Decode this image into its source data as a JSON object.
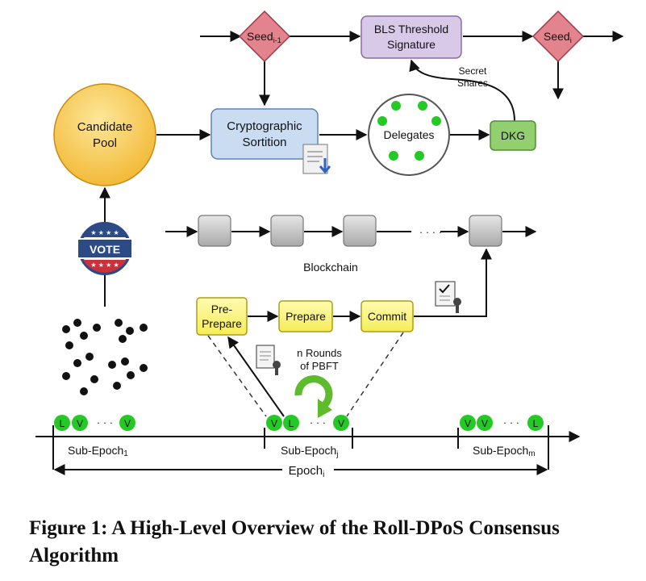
{
  "diagram": {
    "seed_prev": "Seed",
    "seed_prev_sub": "i-1",
    "bls": [
      "BLS Threshold",
      "Signature"
    ],
    "seed_next": "Seed",
    "seed_next_sub": "i",
    "secret_shares": [
      "Secret",
      "Shares"
    ],
    "candidate_pool": [
      "Candidate",
      "Pool"
    ],
    "crypto_sortition": [
      "Cryptographic",
      "Sortition"
    ],
    "delegates": "Delegates",
    "dkg": "DKG",
    "vote": "VOTE",
    "blockchain": "Blockchain",
    "ellipsis": "· · · ·",
    "pre_prepare": [
      "Pre-",
      "Prepare"
    ],
    "prepare": "Prepare",
    "commit": "Commit",
    "n_rounds": [
      "n Rounds",
      "of PBFT"
    ],
    "timeline_ellipsis": "· · ·",
    "sub_epoch_1": "Sub-Epoch",
    "sub_epoch_1_sub": "1",
    "sub_epoch_j": "Sub-Epoch",
    "sub_epoch_j_sub": "j",
    "sub_epoch_m": "Sub-Epoch",
    "sub_epoch_m_sub": "m",
    "epoch": "Epoch",
    "epoch_sub": "i",
    "node_groups": [
      [
        "L",
        "V",
        "V"
      ],
      [
        "V",
        "L",
        "V"
      ],
      [
        "V",
        "V",
        "L"
      ]
    ]
  },
  "caption": "Figure 1: A High-Level Overview of the Roll-DPoS Consensus Algorithm",
  "colors": {
    "seed": "#e2838d",
    "bls": "#d9c9e8",
    "sortition": "#c9dcf2",
    "pool": "#f9cd4e",
    "dkg": "#92cf6e",
    "green_node": "#25c925",
    "pbft_box": "#fbf37a",
    "block": "#c4c4c4",
    "vote_blue": "#2b4a86",
    "vote_red": "#c8323c"
  }
}
